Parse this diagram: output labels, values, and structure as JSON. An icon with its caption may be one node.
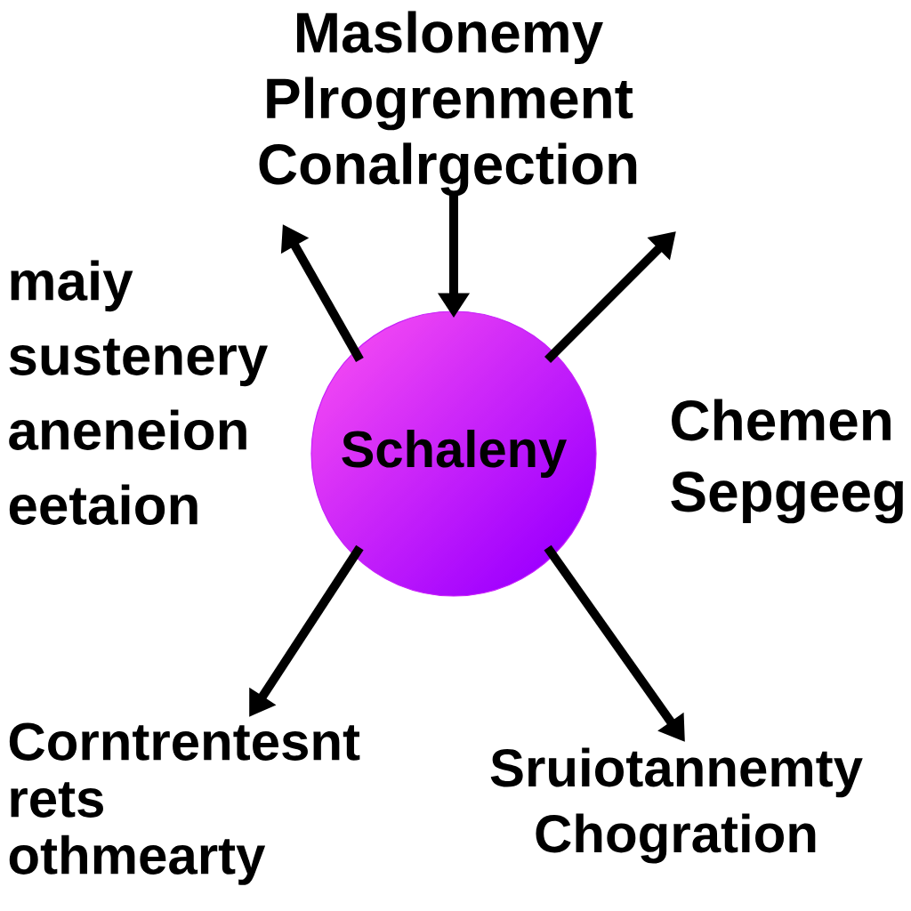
{
  "diagram": {
    "nodes": [
      {
        "text": [
          "Schaleny"
        ]
      },
      {
        "text": [
          "Maslonemy",
          "Plrogrenment",
          "Conalrgection"
        ]
      },
      {
        "text": [
          "maiy",
          "sustenery",
          "aneneion",
          "eetaion"
        ]
      },
      {
        "text": [
          "Chemen",
          "Sepgeeg"
        ]
      },
      {
        "text": [
          "Corntrentesnt",
          "rets",
          "othmearty"
        ]
      },
      {
        "text": [
          "Sruiotannemty",
          "Chogration"
        ]
      }
    ],
    "edges": [
      {
        "from": 1,
        "to": 0,
        "arrow": "to"
      },
      {
        "from": 0,
        "to": 2,
        "arrow": "to"
      },
      {
        "from": 0,
        "to": null,
        "arrow": "to"
      },
      {
        "from": 0,
        "to": 4,
        "arrow": "to"
      },
      {
        "from": 0,
        "to": 5,
        "arrow": "to"
      }
    ]
  }
}
